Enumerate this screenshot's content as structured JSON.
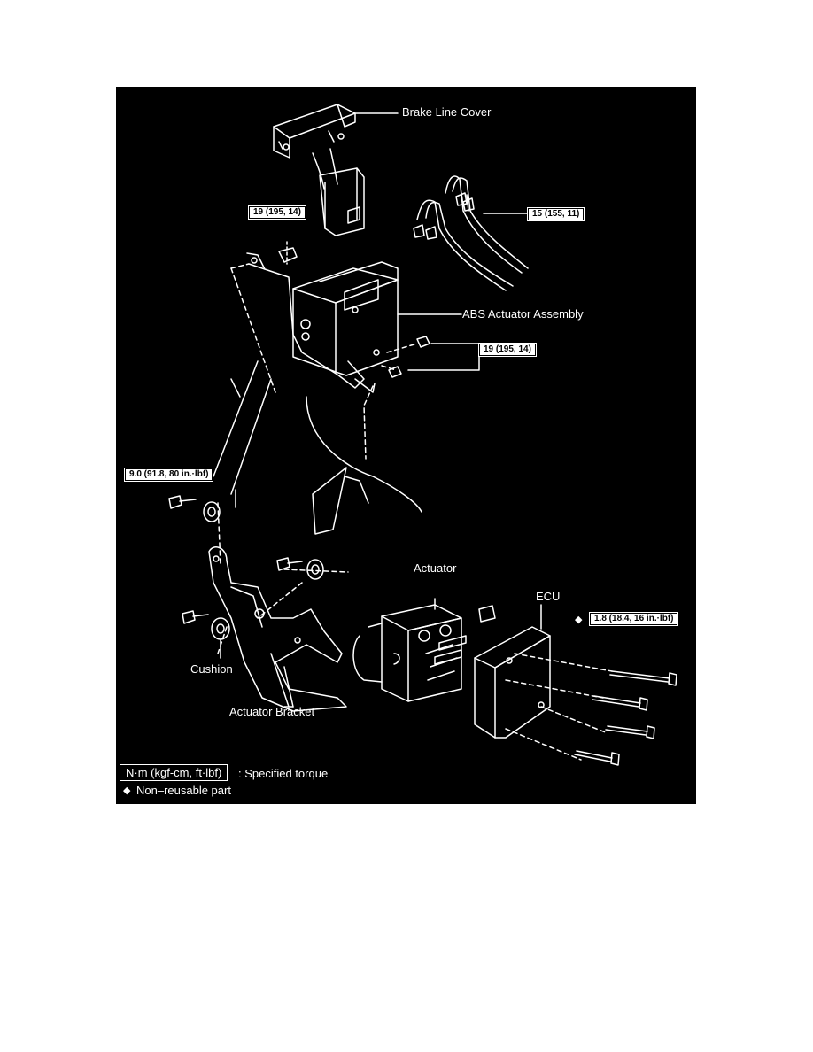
{
  "labels": {
    "brake_line_cover": "Brake Line Cover",
    "abs_actuator_assembly": "ABS Actuator Assembly",
    "actuator": "Actuator",
    "ecu": "ECU",
    "cushion": "Cushion",
    "actuator_bracket": "Actuator Bracket"
  },
  "torques": {
    "bolt_top": "19 (195, 14)",
    "brake_lines": "15 (155, 11)",
    "bolt_nuts": "19 (195, 14)",
    "bracket_bolts": "9.0 (91.8, 80 in.·lbf)",
    "ecu_screws": "1.8 (18.4, 16 in.·lbf)"
  },
  "legend": {
    "unit": "N·m (kgf-cm, ft·lbf)",
    "specified_torque": ": Specified torque",
    "non_reusable": "Non–reusable part",
    "diamond_symbol": "◆"
  },
  "colors": {
    "background": "#000000",
    "line": "#ffffff"
  }
}
